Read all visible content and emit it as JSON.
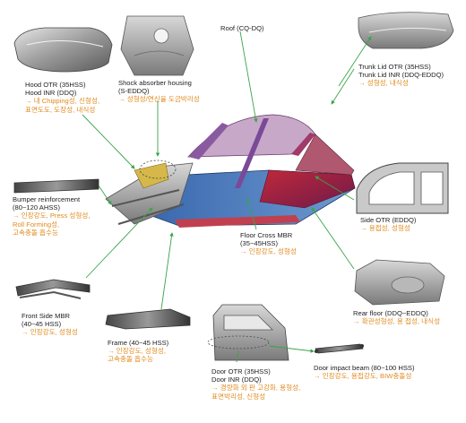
{
  "colors": {
    "annotation": "#e08a1e",
    "leader": "#3aa44a",
    "text": "#1e1e1e"
  },
  "parts": {
    "hood": {
      "title1": "Hood OTR (35HSS)",
      "title2": "Hood INR (DDQ)",
      "kr1": "→ 내 Chipping성, 신형성,",
      "kr2": "표면도도, 도장성, 내식성"
    },
    "shock": {
      "title1": "Shock absorber housing",
      "title2": "(S-EDDQ)",
      "kr1": "→ 성형성/연신율 도금박리성"
    },
    "roof": {
      "title1": "Roof (CQ-DQ)"
    },
    "trunk": {
      "title1": "Trunk Lid OTR (35HSS)",
      "title2": "Trunk Lid INR (DDQ-EDDQ)",
      "kr1": "→ 성형성, 내식성"
    },
    "bumper": {
      "title1": "Bumper reinforcement",
      "title2": "(80~120 AHSS)",
      "kr1": "→ 인장강도, Press 성형성,",
      "kr2": "Roll Forming성,",
      "kr3": "고속충돌 흡수능"
    },
    "side": {
      "title1": "Side OTR (EDDQ)",
      "kr1": "→ 용접성, 성형성"
    },
    "floorcross": {
      "title1": "Floor Cross MBR",
      "title2": "(35~45HSS)",
      "kr1": "→ 인장강도, 성형성"
    },
    "frontside": {
      "title1": "Front Side MBR",
      "title2": "(40~45 HSS)",
      "kr1": "→ 인장강도, 성형성"
    },
    "rearfloor": {
      "title1": "Rear floor (DDQ~EDDQ)",
      "kr1": "→ 확관성형성, 용 접성, 내식성"
    },
    "frame": {
      "title1": "Frame (40~45 HSS)",
      "kr1": "→ 인장강도, 성형성,",
      "kr2": "고속충돌 흡수능"
    },
    "door": {
      "title1": "Door OTR (35HSS)",
      "title2": "Door INR (DDQ)",
      "kr1": "→ 경량화 외 판 고강화, 용형성,",
      "kr2": "표면박리성, 신형성"
    },
    "impact": {
      "title1": "Door impact beam (80~100 HSS)",
      "kr1": "→ 인장강도, 용접강도, BIW충돌성"
    }
  }
}
